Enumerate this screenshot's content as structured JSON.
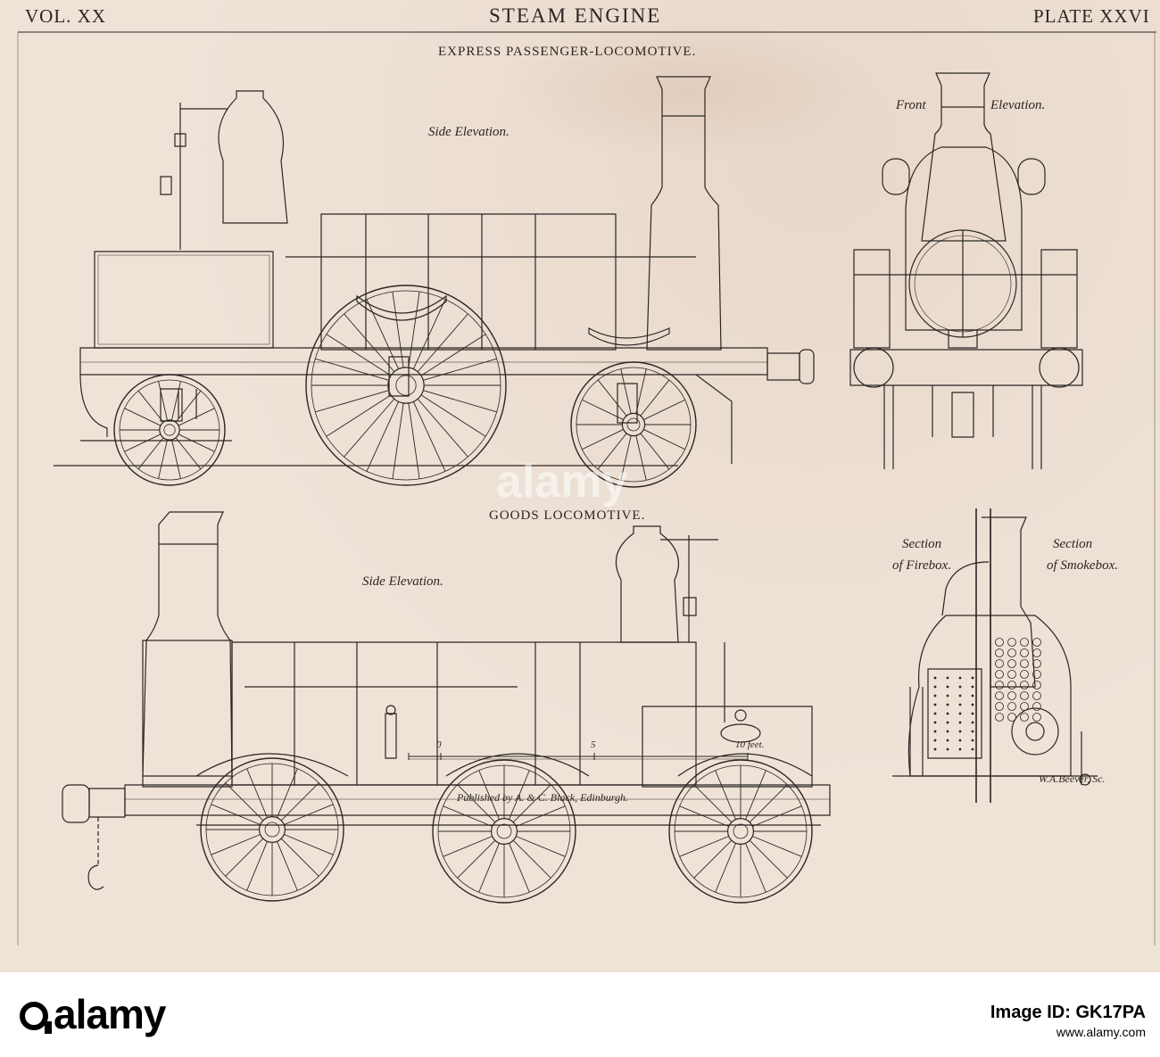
{
  "header": {
    "volume": "VOL. XX",
    "title": "STEAM ENGINE",
    "plate": "PLATE XXVI"
  },
  "express": {
    "heading": "EXPRESS PASSENGER-LOCOMOTIVE.",
    "side_label": "Side Elevation.",
    "front_label_1": "Front",
    "front_label_2": "Elevation."
  },
  "goods": {
    "heading": "GOODS LOCOMOTIVE.",
    "side_label": "Side Elevation.",
    "section_firebox_1": "Section",
    "section_firebox_2": "of Firebox.",
    "section_smokebox_1": "Section",
    "section_smokebox_2": "of Smokebox."
  },
  "scale": {
    "ticks": [
      "0",
      "5",
      "10 feet."
    ]
  },
  "credits": {
    "engraver": "W.A.Beever, Sc.",
    "publisher": "Published by A. & C. Black, Edinburgh."
  },
  "watermark": "alamy",
  "footer": {
    "logo": "alamy",
    "image_id_label": "Image ID: GK17PA",
    "url": "www.alamy.com"
  },
  "colors": {
    "paper": "#efe3d8",
    "ink": "#2b2623"
  }
}
